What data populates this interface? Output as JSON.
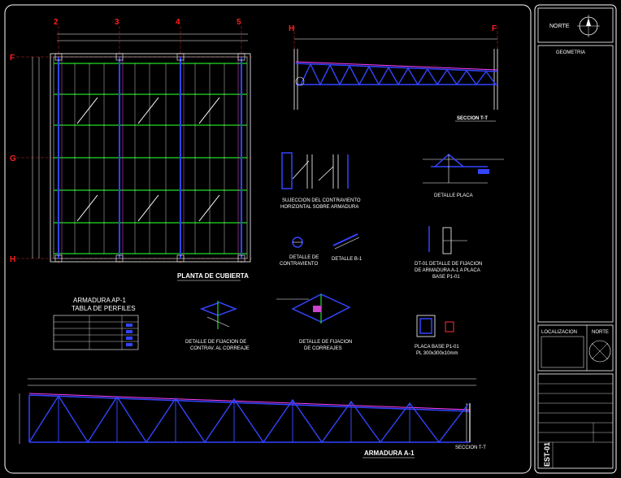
{
  "grid": {
    "columns": [
      "2",
      "3",
      "4",
      "5"
    ],
    "rows": [
      "F",
      "G",
      "H"
    ],
    "section_left": "H",
    "section_right": "F"
  },
  "views": {
    "roof_plan": "PLANTA DE CUBIERTA",
    "section_tt": "SECCION T-T",
    "truss_elevation": "ARMADURA A-1",
    "table_title_1": "ARMADURA AP-1",
    "table_title_2": "TABLA DE PERFILES",
    "detail_bracing": "SUJECCION DEL CONTRAVIENTO",
    "detail_bracing_2": "HORIZONTAL SOBRE ARMADURA",
    "detail_bolts_1": "DETALLE DE",
    "detail_bolts_2": "CONTRAVIENTO",
    "detail_angle": "DETALLE B-1",
    "detail_plate_1": "DT-01 DETALLE DE FIJACION",
    "detail_plate_2": "DE ARMADURA A-1 A PLACA",
    "detail_plate_3": "BASE P1-01",
    "detail_purlin_1": "DETALLE DE FIJACION DE",
    "detail_purlin_2": "CONTRAV. AL CORREAJE",
    "detail_fix_1": "DETALLE DE FIJACION",
    "detail_fix_2": "DE CORREAJES",
    "detail_base_1": "PLACA BASE P1-01",
    "detail_base_2": "PL 300x300x10mm",
    "section_note": "SECCION T-T"
  },
  "titleblock": {
    "north": "NORTE",
    "project": "GEOMETRIA",
    "location": "LOCALIZACION",
    "north2": "NORTE",
    "sheet": "EST-01"
  }
}
